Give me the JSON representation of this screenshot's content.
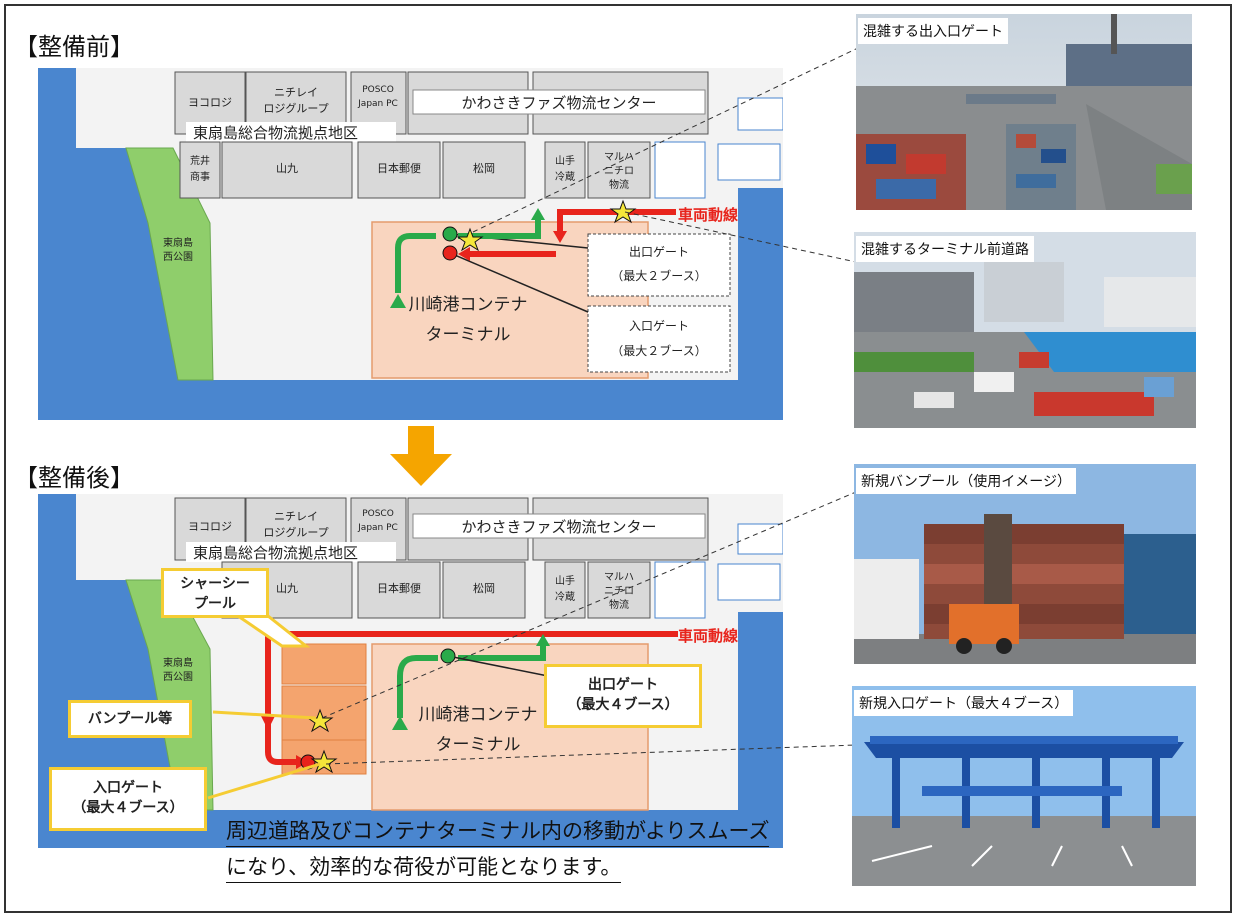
{
  "before": {
    "heading": "【整備前】",
    "district_label": "東扇島総合物流拠点地区",
    "tenants": {
      "yokorogi": "ヨコロジ",
      "nichirei_1": "ニチレイ",
      "nichirei_2": "ロジグループ",
      "posco_1": "POSCO",
      "posco_2": "Japan PC",
      "fazu": "かわさきファズ物流センター",
      "arai_1": "荒井",
      "arai_2": "商事",
      "yamakyu": "山九",
      "nippon_yubin": "日本郵便",
      "matsuoka": "松岡",
      "yamate_1": "山手",
      "yamate_2": "冷蔵",
      "maruha_1": "マルハ",
      "maruha_2": "ニチロ",
      "maruha_3": "物流"
    },
    "park_1": "東扇島",
    "park_2": "西公園",
    "terminal_1": "川崎港コンテナ",
    "terminal_2": "ターミナル",
    "exit_gate_1": "出口ゲート",
    "exit_gate_2": "（最大２ブース）",
    "entry_gate_1": "入口ゲート",
    "entry_gate_2": "（最大２ブース）",
    "flow_label": "車両動線"
  },
  "after": {
    "heading": "【整備後】",
    "district_label": "東扇島総合物流拠点地区",
    "tenants": {
      "yokorogi": "ヨコロジ",
      "nichirei_1": "ニチレイ",
      "nichirei_2": "ロジグループ",
      "posco_1": "POSCO",
      "posco_2": "Japan PC",
      "fazu": "かわさきファズ物流センター",
      "yamakyu": "山九",
      "nippon_yubin": "日本郵便",
      "matsuoka": "松岡",
      "yamate_1": "山手",
      "yamate_2": "冷蔵",
      "maruha_1": "マルハ",
      "maruha_2": "ニチロ",
      "maruha_3": "物流"
    },
    "park_1": "東扇島",
    "park_2": "西公園",
    "terminal_1": "川崎港コンテナ",
    "terminal_2": "ターミナル",
    "flow_label": "車両動線",
    "chassis_pool_1": "シャーシー",
    "chassis_pool_2": "プール",
    "van_pool": "バンプール等",
    "exit_gate_1": "出口ゲート",
    "exit_gate_2": "（最大４ブース）",
    "entry_gate_1": "入口ゲート",
    "entry_gate_2": "（最大４ブース）"
  },
  "photos": {
    "p1": "混雑する出入口ゲート",
    "p2": "混雑するターミナル前道路",
    "p3": "新規バンプール（使用イメージ）",
    "p4": "新規入口ゲート（最大４ブース）"
  },
  "caption": {
    "line1": "周辺道路及びコンテナターミナル内の移動がよりスムーズ",
    "line2": "になり、効率的な荷役が可能となります。"
  },
  "colors": {
    "sea": "#4a86cf",
    "park": "#8fce6b",
    "terminal": "#f9d5bf",
    "pool": "#f4a46e",
    "route_red": "#e8241c",
    "route_green": "#2aaa4a",
    "highlight": "#f5cc33",
    "arrow": "#f5a500"
  }
}
